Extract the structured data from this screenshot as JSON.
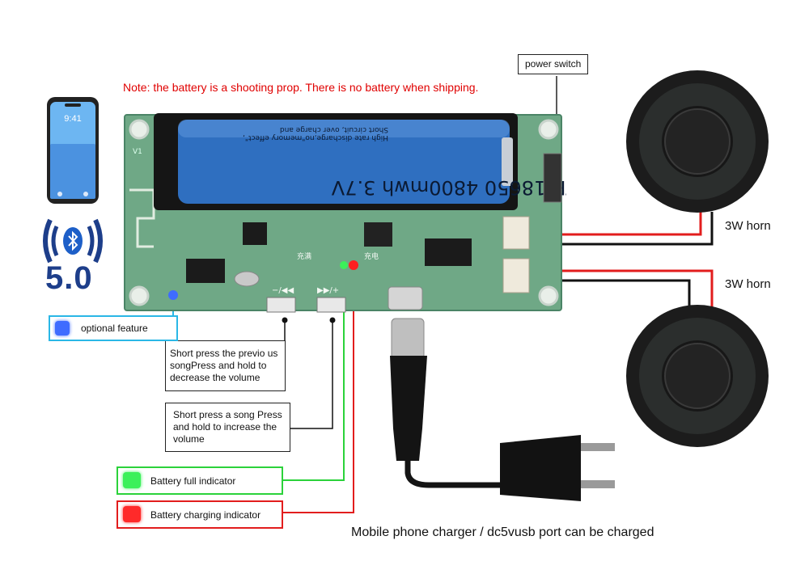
{
  "note": "Note: the battery is a shooting prop. There is no battery when shipping.",
  "power_switch": "power switch",
  "speakers": [
    {
      "label": "3W horn"
    },
    {
      "label": "3W horn"
    }
  ],
  "buttons": {
    "prev": "Short press the previo us songPress and hold to decrease the volume",
    "next": "Short press a song Press and hold to increase the volume"
  },
  "indicators": {
    "optional": "optional feature",
    "full": "Battery full indicator",
    "charging": "Battery charging indicator"
  },
  "charger_caption": "Mobile phone charger / dc5vusb port can be charged",
  "bluetooth_version": "5.0",
  "phone_time": "9:41",
  "battery_label": "TR 18650 4800mwh 3.7V",
  "battery_small_text": [
    "High rate discharge,no\"memory effect\",",
    "Short circuit, over charge and"
  ],
  "board_silk": [
    "V1",
    "充满",
    "充电",
    "−/◀◀",
    "▶▶/+"
  ],
  "colors": {
    "note_red": "#e00000",
    "board_green": "#6fa886",
    "battery_blue": "#2f6fc0",
    "optional_blue": "#2ab7e6",
    "full_green": "#2bd23a",
    "charging_red": "#e21d1d",
    "bluetooth_blue": "#1d3e8a"
  }
}
